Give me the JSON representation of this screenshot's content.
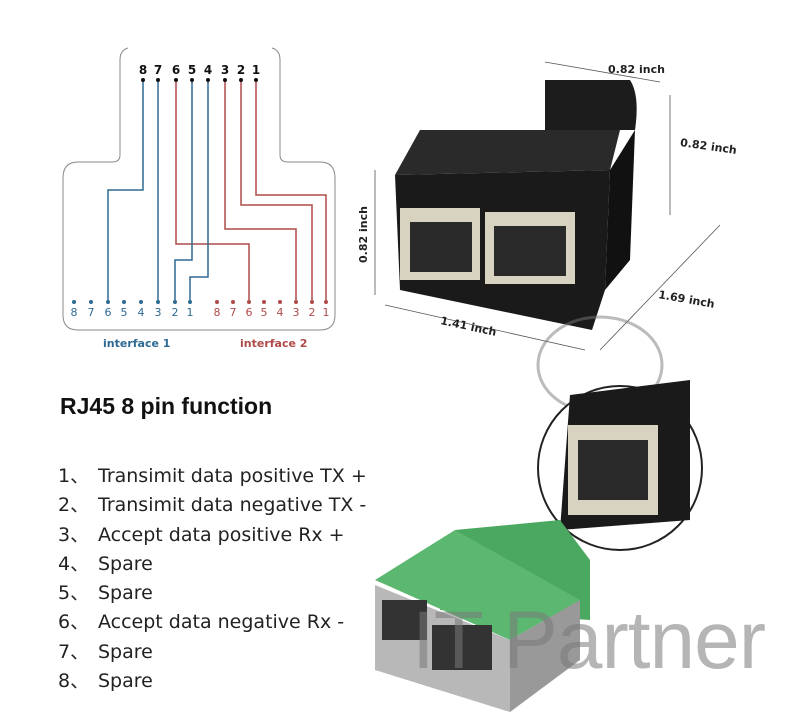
{
  "diagram": {
    "top_pins": [
      "8",
      "7",
      "6",
      "5",
      "4",
      "3",
      "2",
      "1"
    ],
    "interface1_pins": [
      "8",
      "7",
      "6",
      "5",
      "4",
      "3",
      "2",
      "1"
    ],
    "interface2_pins": [
      "8",
      "7",
      "6",
      "5",
      "4",
      "3",
      "2",
      "1"
    ],
    "interface1_label": "interface 1",
    "interface2_label": "interface 2",
    "colors": {
      "interface1": "#2e6a94",
      "interface2": "#b04a4a"
    }
  },
  "watermark": "IT Partner",
  "dimensions": {
    "top_width": "0.82 inch",
    "top_height": "0.82 inch",
    "front_height": "0.82 inch",
    "front_width": "1.41 inch",
    "depth": "1.69 inch"
  },
  "title": "RJ45 8 pin function",
  "pin_functions": [
    {
      "num": "1、",
      "text": "Transimit data positive TX +"
    },
    {
      "num": "2、",
      "text": "Transimit data negative TX  -"
    },
    {
      "num": "3、",
      "text": "Accept data positive Rx +"
    },
    {
      "num": "4、",
      "text": "Spare"
    },
    {
      "num": "5、",
      "text": "Spare"
    },
    {
      "num": "6、",
      "text": "Accept data negative Rx -"
    },
    {
      "num": "7、",
      "text": "Spare"
    },
    {
      "num": "8、",
      "text": "Spare"
    }
  ]
}
